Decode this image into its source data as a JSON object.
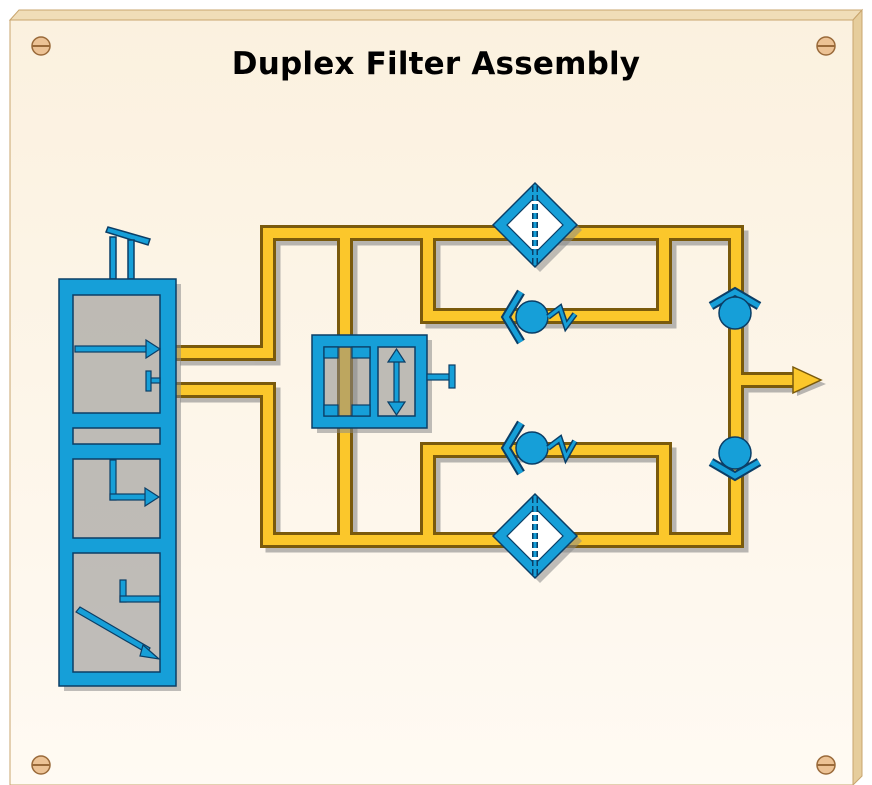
{
  "diagram": {
    "title": "Duplex Filter Assembly"
  },
  "colors": {
    "board_top": "#fbf1df",
    "board_bottom": "#fffaf2",
    "board_edge": "#e8d2a8",
    "board_border": "#c8a56e",
    "pipe_fill": "#fbc72b",
    "pipe_edge": "#7a5a0c",
    "component_fill": "#169fd8",
    "component_edge": "#0b3e66",
    "shadow": "#8a8a8a",
    "screw_fill": "#ecc295",
    "screw_edge": "#9a6a3a"
  },
  "icons": {
    "screws": [
      "screw-icon-top-left",
      "screw-icon-top-right",
      "screw-icon-bottom-left",
      "screw-icon-bottom-right"
    ],
    "reservoir": "hydraulic-reservoir-icon",
    "selector_valve": "selector-valve-icon",
    "filters": [
      "upper-filter-icon",
      "lower-filter-icon"
    ],
    "check_valves": [
      "upper-bypass-check-valve-icon",
      "lower-bypass-check-valve-icon",
      "upper-outlet-check-valve-icon",
      "lower-outlet-check-valve-icon"
    ],
    "outlet": "outlet-arrow-icon"
  }
}
